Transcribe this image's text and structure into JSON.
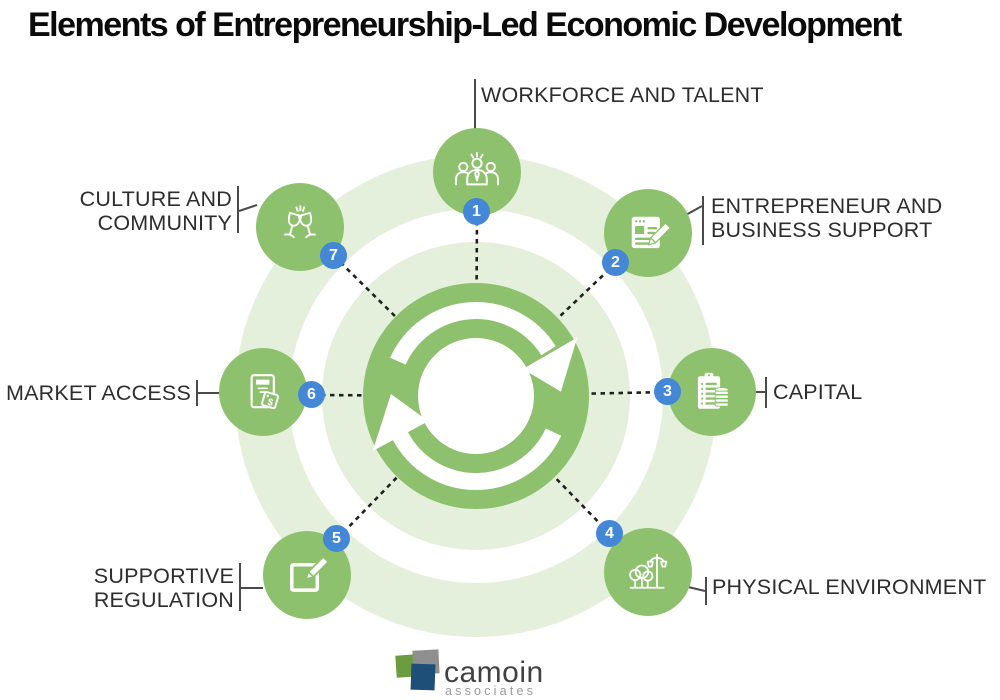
{
  "title": "Elements of Entrepreneurship-Led Economic Development",
  "nodes": [
    {
      "num": "1",
      "lines": [
        "WORKFORCE AND TALENT"
      ],
      "icon": "team-icon"
    },
    {
      "num": "2",
      "lines": [
        "ENTREPRENEUR AND",
        "BUSINESS SUPPORT"
      ],
      "icon": "document-pencil-icon"
    },
    {
      "num": "3",
      "lines": [
        "CAPITAL"
      ],
      "icon": "clipboard-coins-icon"
    },
    {
      "num": "4",
      "lines": [
        "PHYSICAL ENVIRONMENT"
      ],
      "icon": "trees-lamp-icon"
    },
    {
      "num": "5",
      "lines": [
        "SUPPORTIVE",
        "REGULATION"
      ],
      "icon": "edit-pencil-icon"
    },
    {
      "num": "6",
      "lines": [
        "MARKET ACCESS"
      ],
      "icon": "book-price-tag-icon"
    },
    {
      "num": "7",
      "lines": [
        "CULTURE AND",
        "COMMUNITY"
      ],
      "icon": "champagne-glasses-icon"
    }
  ],
  "center_icon": "cycle-arrows-icon",
  "logo": {
    "name": "camoin",
    "subtitle": "associates"
  },
  "colors": {
    "node_green": "#8EC16D",
    "ring_green": "#E4F0DB",
    "badge_blue": "#4387D6",
    "line_dark": "#4a4a4a",
    "dash_black": "#1f1f1f",
    "logo_green": "#6B9C40",
    "logo_gray": "#8F8F8F",
    "logo_blue": "#1E4F78"
  }
}
